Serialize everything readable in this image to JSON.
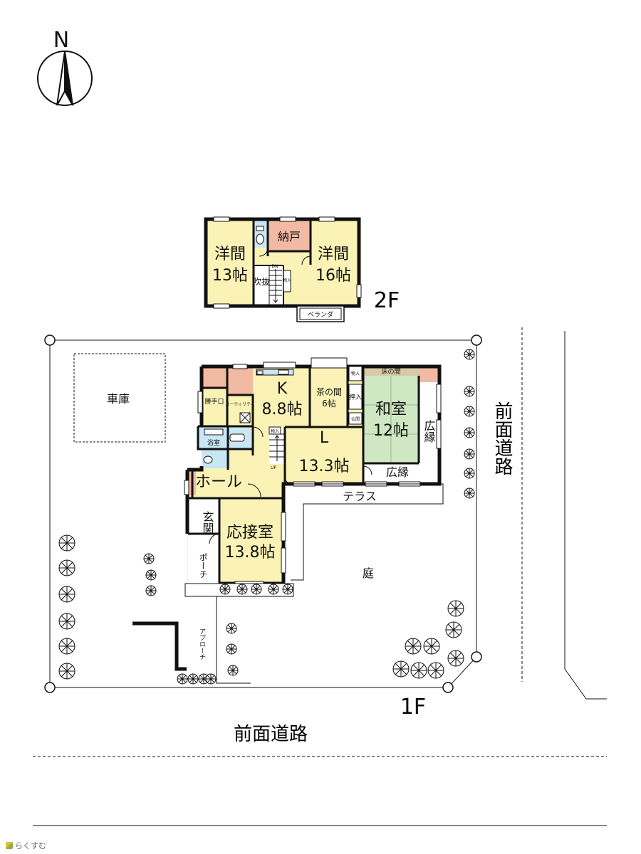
{
  "compass": {
    "label": "N"
  },
  "floors": {
    "upper": "2F",
    "ground": "1F"
  },
  "upper_floor_rooms": {
    "western_room_left": {
      "name": "洋間",
      "size": "13帖"
    },
    "western_room_right": {
      "name": "洋間",
      "size": "16帖"
    },
    "storage": "納戸",
    "void": "吹抜",
    "balcony": "ベランダ",
    "dn_label": "DN",
    "closet": "物入"
  },
  "ground_floor_rooms": {
    "garage": "車庫",
    "kitchen": {
      "name": "K",
      "size": "8.8帖"
    },
    "utility": "ユーティリティ",
    "back_door": "勝手口",
    "bath": "浴室",
    "tea_room": {
      "name": "茶の間",
      "size": "6帖"
    },
    "japanese_room": {
      "name": "和室",
      "size": "12帖"
    },
    "tokonoma": "床の間",
    "closet_oshiire": "押入",
    "closet_small": "物入",
    "butsuma": "仏間",
    "wide_veranda_side": "広縁",
    "wide_veranda_bottom": "広縁",
    "living": {
      "name": "L",
      "size": "13.3帖"
    },
    "hall": "ホール",
    "entrance": "玄関",
    "reception": {
      "name": "応接室",
      "size": "13.8帖"
    },
    "porch": "ポーチ",
    "terrace": "テラス",
    "garden": "庭",
    "approach": "アプローチ",
    "up_label": "UP",
    "stair_closet": "物入"
  },
  "roads": {
    "front_road_bottom": "前面道路",
    "front_road_right": "前面道路"
  },
  "brand": "らくすむ",
  "colors": {
    "room_fill": "#fbf3b6",
    "wet_fill": "#c9e6f5",
    "accent_fill": "#f2b9a3",
    "tatami_fill": "#cfe7c2",
    "tokonoma_fill": "#d9c9a8",
    "wall": "#111111"
  }
}
